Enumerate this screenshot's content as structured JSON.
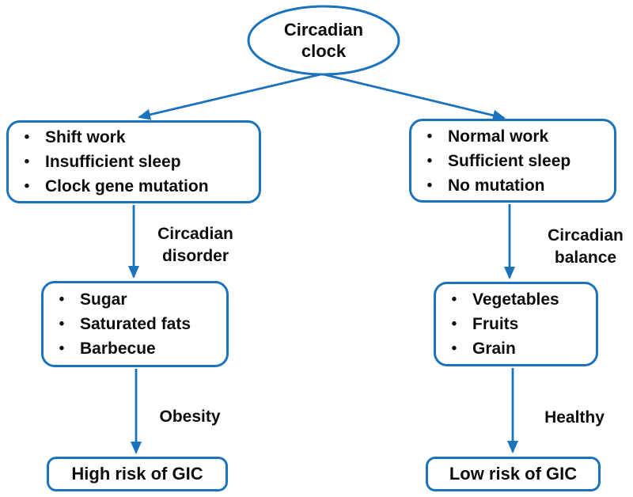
{
  "colors": {
    "accent": "#1B73BE",
    "text": "#0d0d0d",
    "background": "#FFFFFF"
  },
  "ui": {
    "bullet_char": "•"
  },
  "root": {
    "label": "Circadian clock"
  },
  "branches": [
    {
      "side": "left",
      "causes": {
        "items": [
          "Shift work",
          "Insufficient sleep",
          "Clock gene mutation"
        ]
      },
      "state_label": "Circadian disorder",
      "diet": {
        "items": [
          "Sugar",
          "Saturated fats",
          "Barbecue"
        ]
      },
      "outcome_label": "Obesity",
      "result": "High risk of GIC"
    },
    {
      "side": "right",
      "causes": {
        "items": [
          "Normal work",
          "Sufficient sleep",
          "No mutation"
        ]
      },
      "state_label": "Circadian balance",
      "diet": {
        "items": [
          "Vegetables",
          "Fruits",
          "Grain"
        ]
      },
      "outcome_label": "Healthy",
      "result": "Low risk of GIC"
    }
  ]
}
